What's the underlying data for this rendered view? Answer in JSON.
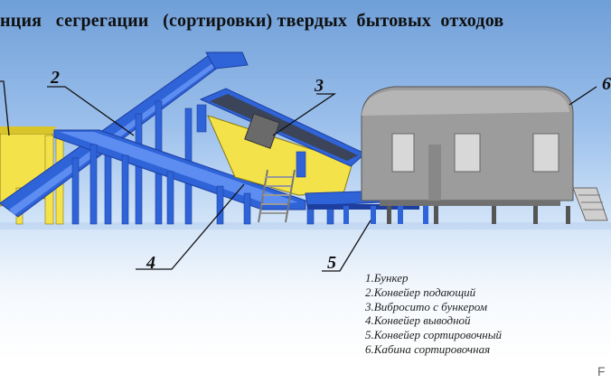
{
  "title": "нция   сегрегации   (сортировки) твердых  бытовых  отходов",
  "callouts": [
    {
      "num": "2"
    },
    {
      "num": "3"
    },
    {
      "num": "4"
    },
    {
      "num": "5"
    },
    {
      "num": "6"
    }
  ],
  "legend": [
    "1.Бункер",
    "2.Конвейер подающий",
    "3.Вибросито с бункером",
    "4.Конвейер выводной",
    "5.Конвейер сортировочный",
    "6.Кабина сортировочная"
  ],
  "corner_mark": "F",
  "colors": {
    "steel_blue": "#2f63d8",
    "steel_dark": "#1d3fa0",
    "hopper_yellow": "#f3e24a",
    "cabin_gray": "#8f8f8f"
  }
}
